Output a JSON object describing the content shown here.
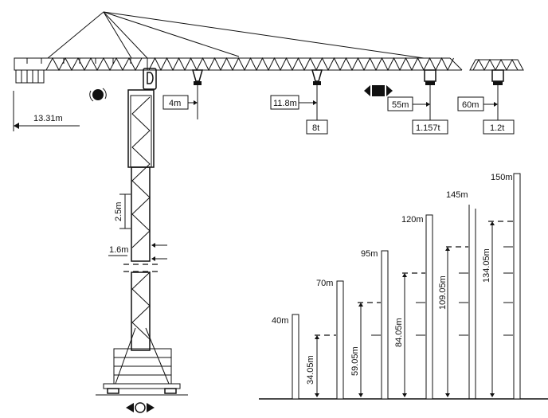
{
  "crane": {
    "counter_jib_radius": "13.31m",
    "section_height": "2.5m",
    "section_width": "1.6m",
    "loads": [
      {
        "radius": "4m",
        "capacity": ""
      },
      {
        "radius": "11.8m",
        "capacity": "8t"
      },
      {
        "radius": "55m",
        "capacity": "1.157t"
      },
      {
        "radius": "60m",
        "capacity": "1.2t"
      }
    ],
    "icons": [
      "slewing-icon",
      "trolley-travel-icon",
      "crane-travel-icon"
    ]
  },
  "heights": {
    "towers": [
      {
        "total": "40m",
        "free": ""
      },
      {
        "total": "70m",
        "free": "34.05m"
      },
      {
        "total": "95m",
        "free": "59.05m"
      },
      {
        "total": "120m",
        "free": "84.05m"
      },
      {
        "total": "145m",
        "free": "109.05m"
      },
      {
        "total": "150m",
        "free": "134.05m"
      }
    ]
  }
}
